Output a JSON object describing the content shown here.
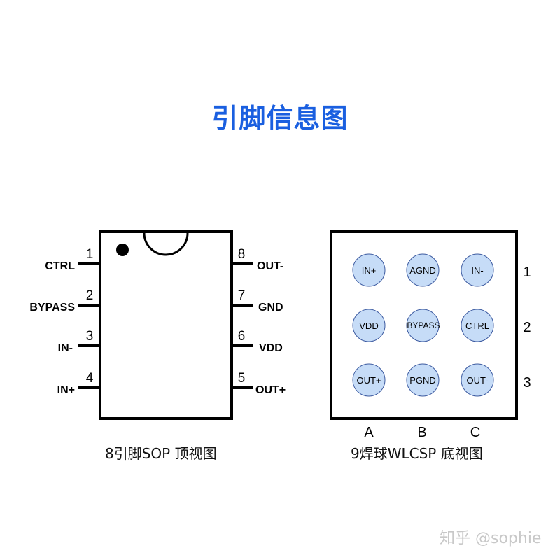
{
  "title": "引脚信息图",
  "sop": {
    "caption": "8引脚SOP 顶视图",
    "left_pins": [
      {
        "number": "1",
        "label": "CTRL"
      },
      {
        "number": "2",
        "label": "BYPASS"
      },
      {
        "number": "3",
        "label": "IN-"
      },
      {
        "number": "4",
        "label": "IN+"
      }
    ],
    "right_pins": [
      {
        "number": "8",
        "label": "OUT-"
      },
      {
        "number": "7",
        "label": "GND"
      },
      {
        "number": "6",
        "label": "VDD"
      },
      {
        "number": "5",
        "label": "OUT+"
      }
    ]
  },
  "wlcsp": {
    "caption": "9焊球WLCSP 底视图",
    "columns": [
      "A",
      "B",
      "C"
    ],
    "rows": [
      "1",
      "2",
      "3"
    ],
    "balls": [
      [
        "IN+",
        "AGND",
        "IN-"
      ],
      [
        "VDD",
        "BYPASS",
        "CTRL"
      ],
      [
        "OUT+",
        "PGND",
        "OUT-"
      ]
    ],
    "ball_fill": "#c6dcf7",
    "ball_stroke": "#3c5aa0"
  },
  "watermark": "知乎 @sophie",
  "colors": {
    "title": "#1a5fe0"
  }
}
